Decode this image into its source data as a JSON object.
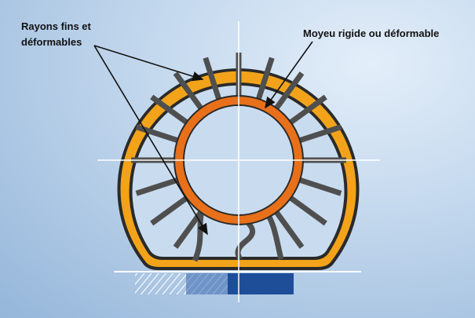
{
  "labels": {
    "spokes_line1": "Rayons fins et",
    "spokes_line2": "déformables",
    "hub": "Moyeu rigide ou déformable"
  },
  "colors": {
    "background_light": "#e3eef9",
    "background_dark": "#95b6da",
    "rim": "#f2a31a",
    "rim_outline": "#2a2a2a",
    "hub": "#e8701a",
    "spokes": "#4f4f4f",
    "axes": "#ffffff",
    "ground_contact": "#1f4e99",
    "ground_hatch": "#ffffff",
    "arrows": "#111111"
  },
  "icons": {
    "spoke": "line-segment",
    "arrow": "arrow-head"
  }
}
